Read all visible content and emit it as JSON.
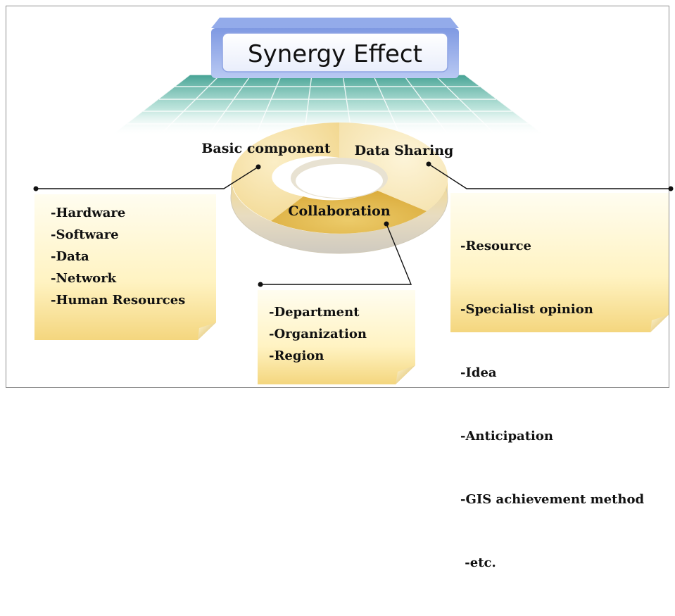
{
  "title": "Synergy Effect",
  "segments": [
    {
      "label": "Basic component",
      "color": "#f6dfa0"
    },
    {
      "label": "Data Sharing",
      "color": "#f8e7b8"
    },
    {
      "label": "Collaboration",
      "color": "#e3b94c"
    }
  ],
  "notes": {
    "basic": {
      "items": [
        "-Hardware",
        "-Software",
        "-Data",
        "-Network",
        "-Human Resources"
      ]
    },
    "collaboration": {
      "items": [
        "-Department",
        "-Organization",
        "-Region"
      ]
    },
    "sharing": {
      "items": [
        "-Resource",
        "-Specialist opinion",
        "-Idea",
        "-Anticipation",
        "-GIS achievement method",
        " -etc."
      ]
    }
  },
  "colors": {
    "title_box": "#b4c6f2",
    "grid": "#5fb3a3",
    "note_fill": "#fff6c8",
    "note_fill_dark": "#f5d987"
  }
}
